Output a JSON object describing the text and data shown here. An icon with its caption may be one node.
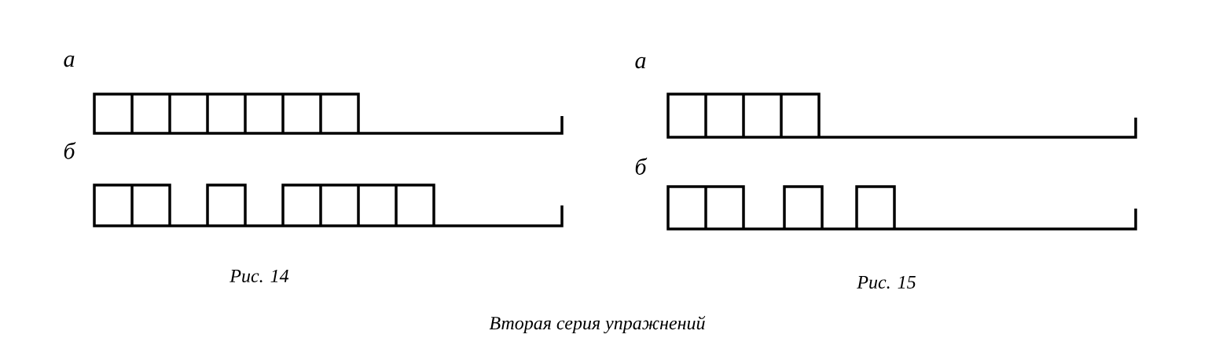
{
  "diagram": {
    "caption": "Вторая серия упражнений",
    "labels": [
      "а",
      "а",
      "б",
      "б",
      "Рис. 14",
      "Рис. 15"
    ]
  }
}
